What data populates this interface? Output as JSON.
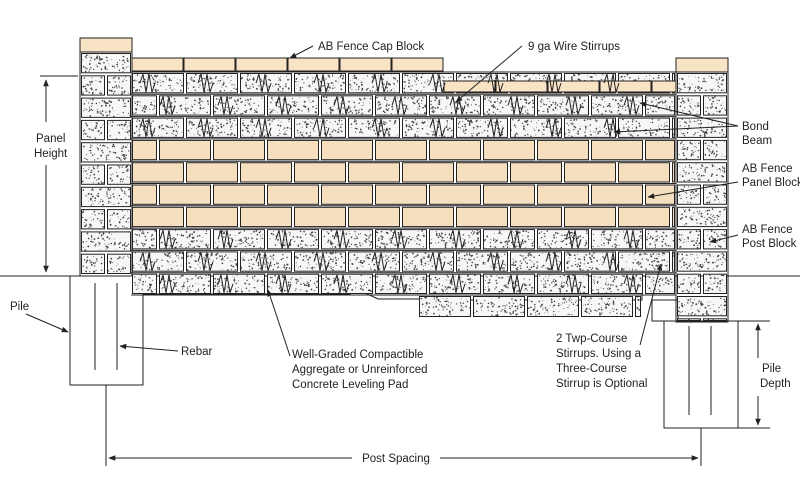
{
  "diagram": {
    "labels": {
      "cap_block": "AB Fence Cap Block",
      "wire_stirrups": "9 ga Wire Stirrups",
      "bond_beam_1": "Bond",
      "bond_beam_2": "Beam",
      "panel_block_1": "AB Fence",
      "panel_block_2": "Panel Block",
      "post_block_1": "AB Fence",
      "post_block_2": "Post Block",
      "panel_height_1": "Panel",
      "panel_height_2": "Height",
      "pile": "Pile",
      "rebar": "Rebar",
      "aggregate_1": "Well-Graded Compactible",
      "aggregate_2": "Aggregate or Unreinforced",
      "aggregate_3": "Concrete Leveling Pad",
      "stirrups_note_1": "2 Twp-Course",
      "stirrups_note_2": "Stirrups. Using a",
      "stirrups_note_3": "Three-Course",
      "stirrups_note_4": "Stirrup is Optional",
      "pile_depth_1": "Pile",
      "pile_depth_2": "Depth",
      "post_spacing": "Post Spacing"
    },
    "colors": {
      "panel_block": "#f5dfbf",
      "cap_block": "#f8e3c4",
      "concrete": "#f7f7f7",
      "line": "#222222",
      "speckle": "#444444"
    }
  }
}
